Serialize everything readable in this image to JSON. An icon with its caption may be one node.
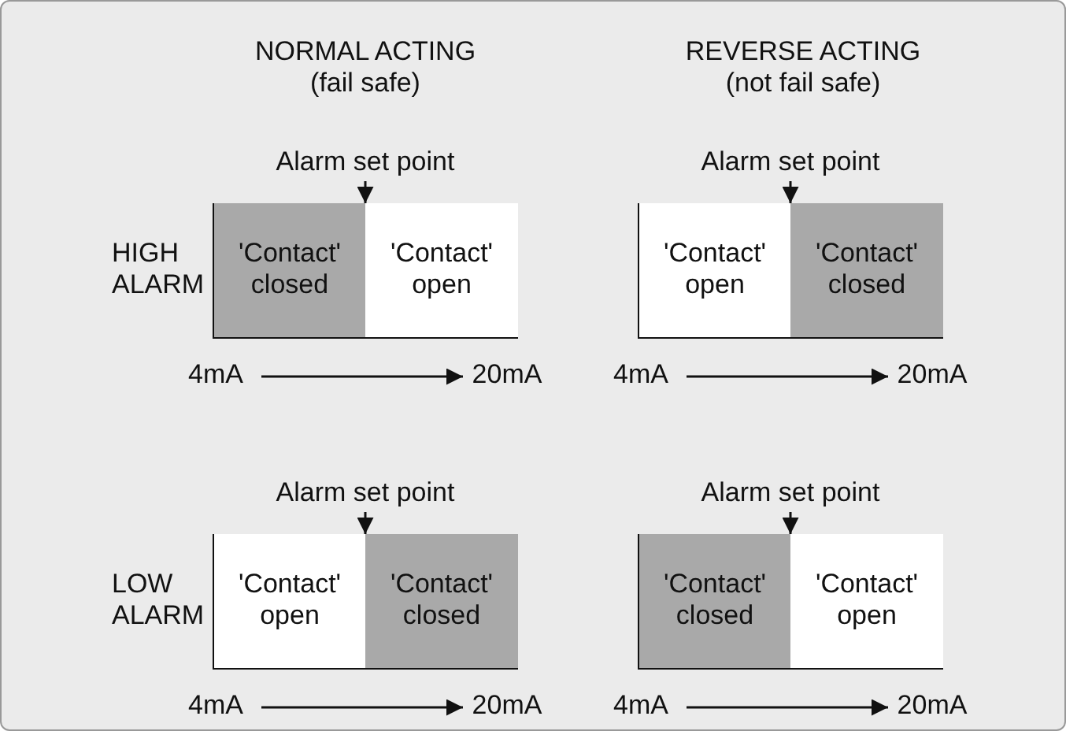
{
  "diagram": {
    "nodes": [
      {
        "text": [
          "Alarm set point"
        ]
      },
      {
        "text": [
          "'Contact' closed"
        ]
      },
      {
        "text": [
          "'Contact' open"
        ]
      },
      {
        "text": [
          "4mA"
        ]
      },
      {
        "text": [
          "20mA"
        ]
      },
      {
        "text": [
          "Alarm set point"
        ]
      },
      {
        "text": [
          "'Contact' open"
        ]
      },
      {
        "text": [
          "'Contact' closed"
        ]
      },
      {
        "text": [
          "4mA"
        ]
      },
      {
        "text": [
          "20mA"
        ]
      },
      {
        "text": [
          "Alarm set point"
        ]
      },
      {
        "text": [
          "'Contact' open"
        ]
      },
      {
        "text": [
          "'Contact' closed"
        ]
      },
      {
        "text": [
          "4mA"
        ]
      },
      {
        "text": [
          "20mA"
        ]
      },
      {
        "text": [
          "Alarm set point"
        ]
      },
      {
        "text": [
          "'Contact' closed"
        ]
      },
      {
        "text": [
          "'Contact' open"
        ]
      },
      {
        "text": [
          "4mA"
        ]
      },
      {
        "text": [
          "20mA"
        ]
      }
    ],
    "edges": [
      {
        "from": 0,
        "to": 1,
        "arrow": "to"
      },
      {
        "from": 3,
        "to": 4,
        "arrow": "to"
      },
      {
        "from": 5,
        "to": 6,
        "arrow": "to"
      },
      {
        "from": 8,
        "to": 9,
        "arrow": "to"
      },
      {
        "from": 10,
        "to": 11,
        "arrow": "to"
      },
      {
        "from": 13,
        "to": 14,
        "arrow": "to"
      },
      {
        "from": 15,
        "to": 16,
        "arrow": "to"
      },
      {
        "from": 18,
        "to": 19,
        "arrow": "to"
      }
    ],
    "labels": [
      "NORMAL ACTING (fail safe)",
      "REVERSE ACTING (not fail safe)",
      "HIGH ALARM",
      "LOW ALARM"
    ]
  }
}
